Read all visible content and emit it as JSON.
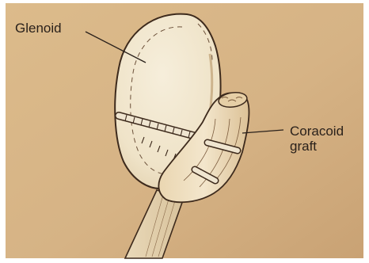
{
  "labels": {
    "glenoid": "Glenoid",
    "coracoid_graft_line1": "Coracoid",
    "coracoid_graft_line2": "graft"
  },
  "colors": {
    "background": "#d9b989",
    "bone_fill": "#f1e6cd",
    "ink": "#3d2a1c",
    "label_text": "#2a211b",
    "frame": "#ffffff"
  }
}
